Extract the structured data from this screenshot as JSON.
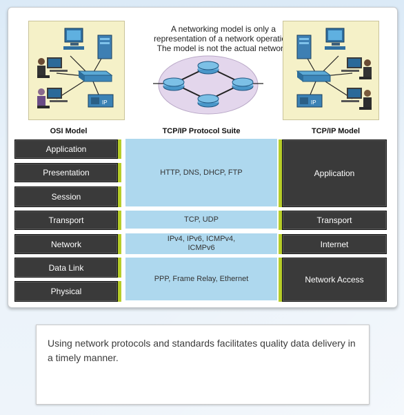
{
  "diagram": {
    "caption": "A networking model is only a representation of a network operation. The model is not the actual network.",
    "headers": {
      "osi": "OSI Model",
      "suite": "TCP/IP Protocol Suite",
      "tcpip": "TCP/IP Model"
    },
    "osi_layers": [
      "Application",
      "Presentation",
      "Session",
      "Transport",
      "Network",
      "Data Link",
      "Physical"
    ],
    "tcpip_layers": [
      "Application",
      "Transport",
      "Internet",
      "Network Access"
    ],
    "protocols": {
      "application": "HTTP, DNS, DHCP, FTP",
      "transport": "TCP, UDP",
      "internet": "IPv4, IPv6, ICMPv4, ICMPv6",
      "network_access": "PPP, Frame Relay, Ethernet"
    },
    "phone_label": "IP",
    "colors": {
      "layer_fill": "#3a3a3a",
      "accent_bar": "#b6cc2a",
      "protocol_fill": "#aed8ee",
      "panel_fill": "#f5f1c8",
      "cloud_fill": "#e3d6ec"
    }
  },
  "note": {
    "text": "Using network protocols and standards facilitates quality data delivery in a timely manner."
  }
}
